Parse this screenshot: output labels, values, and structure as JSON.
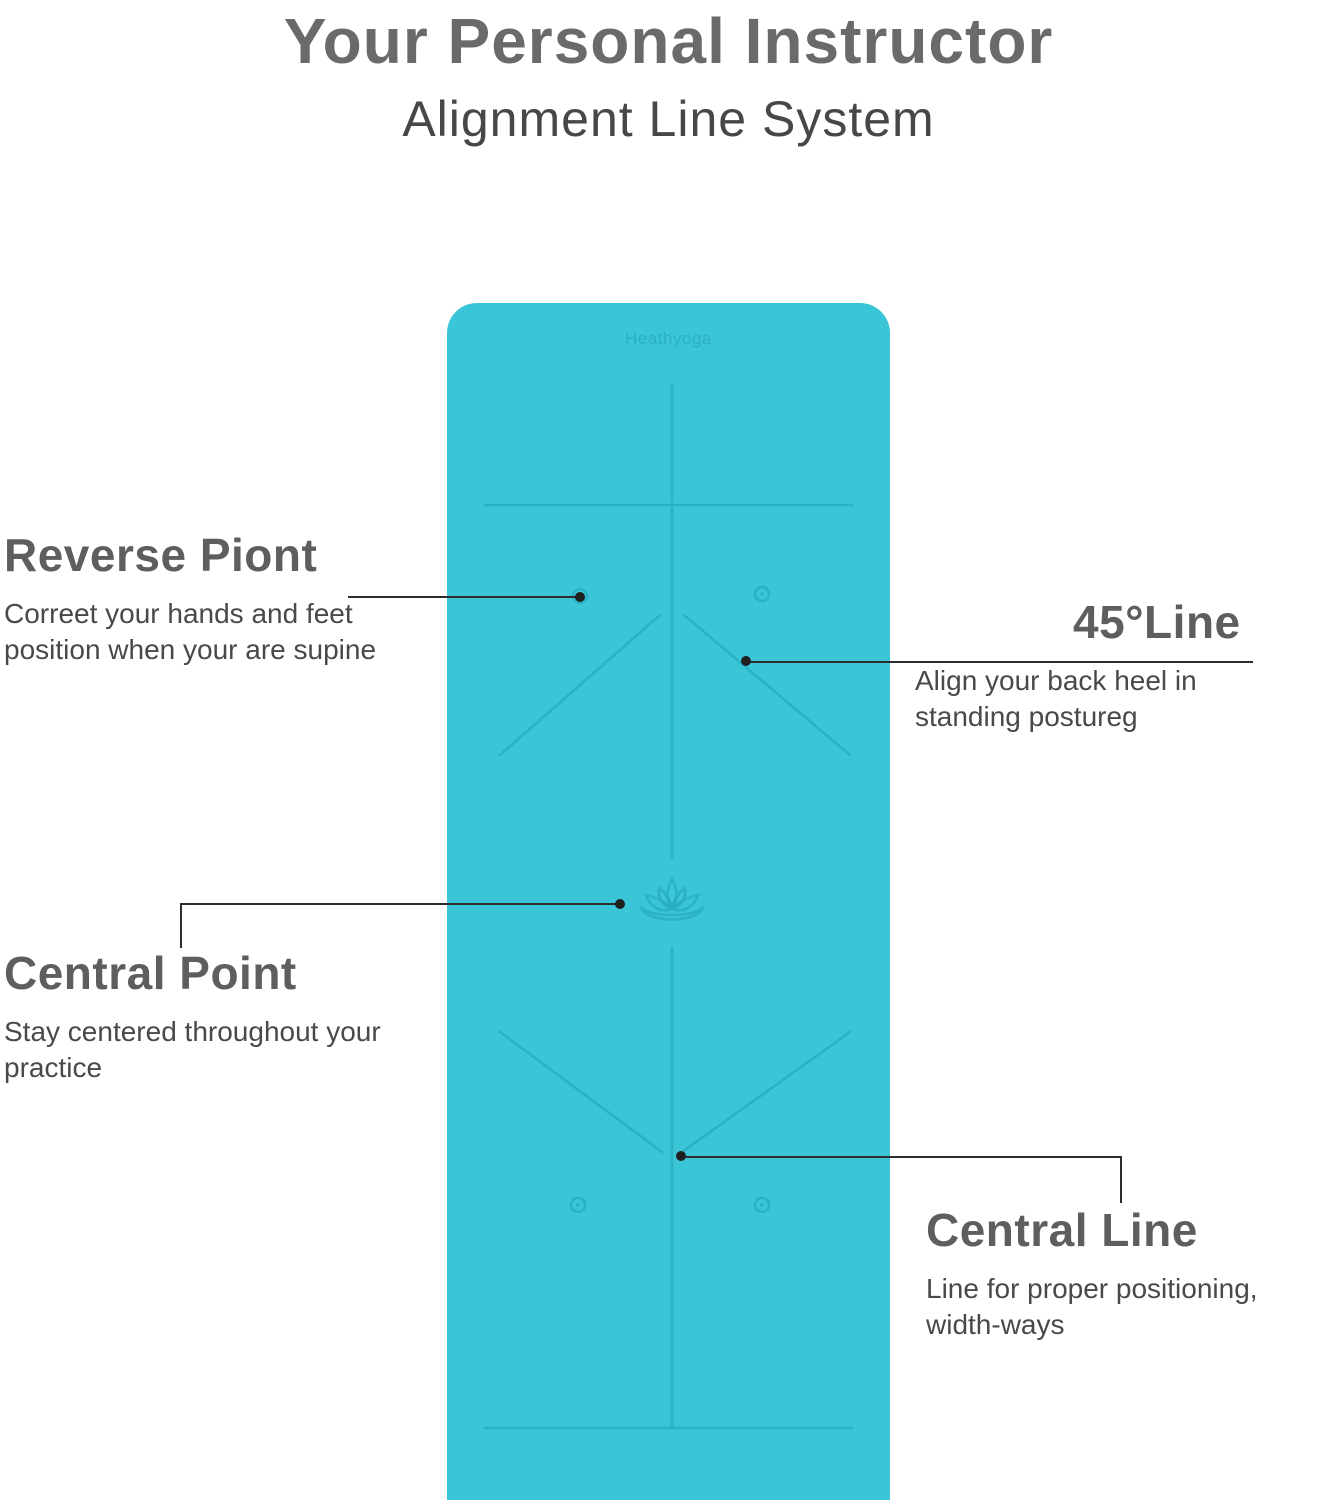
{
  "page": {
    "title": "Your Personal Instructor",
    "subtitle": "Alignment Line System"
  },
  "mat": {
    "brand": "Heathyoga",
    "color": "#3bc6d8",
    "line_color": "#2aaec2"
  },
  "annotations": {
    "reverse_point": {
      "heading": "Reverse Piont",
      "body": "Correet your hands and feet position when your are supine"
    },
    "line45": {
      "heading": "45°Line",
      "body": "Align your back heel in standing postureg"
    },
    "central_point": {
      "heading": "Central Point",
      "body": "Stay centered throughout your practice"
    },
    "central_line": {
      "heading": "Central Line",
      "body": "Line for proper positioning, width-ways"
    }
  },
  "icons": {
    "lotus": "lotus-icon",
    "alignment_marker": "target-circle-icon"
  }
}
